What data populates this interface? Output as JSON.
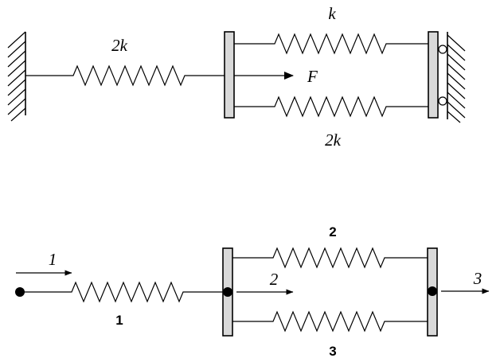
{
  "top_diagram": {
    "spring_left_label": "2k",
    "spring_upper_label": "k",
    "spring_lower_label": "2k",
    "force_label": "F"
  },
  "bottom_diagram": {
    "element_1_label": "1",
    "element_2_label": "2",
    "element_3_label": "3",
    "node_1_label": "1",
    "node_2_label": "2",
    "node_3_label": "3"
  }
}
